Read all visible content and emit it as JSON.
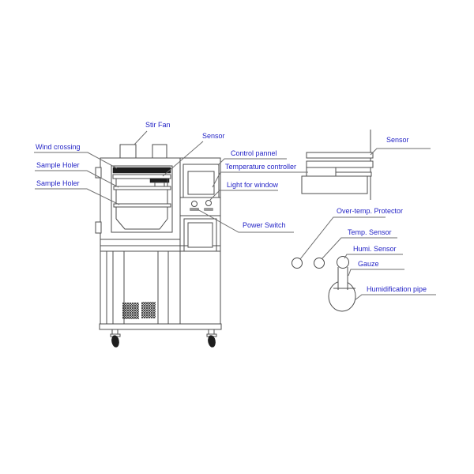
{
  "diagram": {
    "description": "Labeled line diagram of an environmental test chamber: front view, sensor mounting section view, and sensor assembly detail",
    "colors": {
      "background": "#ffffff",
      "label_text": "#2424c6",
      "drawing_line": "#4c4c4c",
      "leader_line": "#6e6e6e",
      "dark_fill": "#1e1e1e"
    },
    "labels": {
      "stir_fan": "Stir Fan",
      "wind_crossing": "Wind crossing",
      "sample_holer_1": "Sample Holer",
      "sample_holer_2": "Sample Holer",
      "sensor_top": "Sensor",
      "control_pannel": "Control pannel",
      "temperature_controller": "Temperature controller",
      "light_for_window": "Light for window",
      "power_switch": "Power Switch",
      "sensor_right": "Sensor",
      "over_temp_protector": "Over-temp. Protector",
      "temp_sensor": "Temp. Sensor",
      "humi_sensor": "Humi. Sensor",
      "gauze": "Gauze",
      "humidification_pipe": "Humidification pipe"
    }
  }
}
